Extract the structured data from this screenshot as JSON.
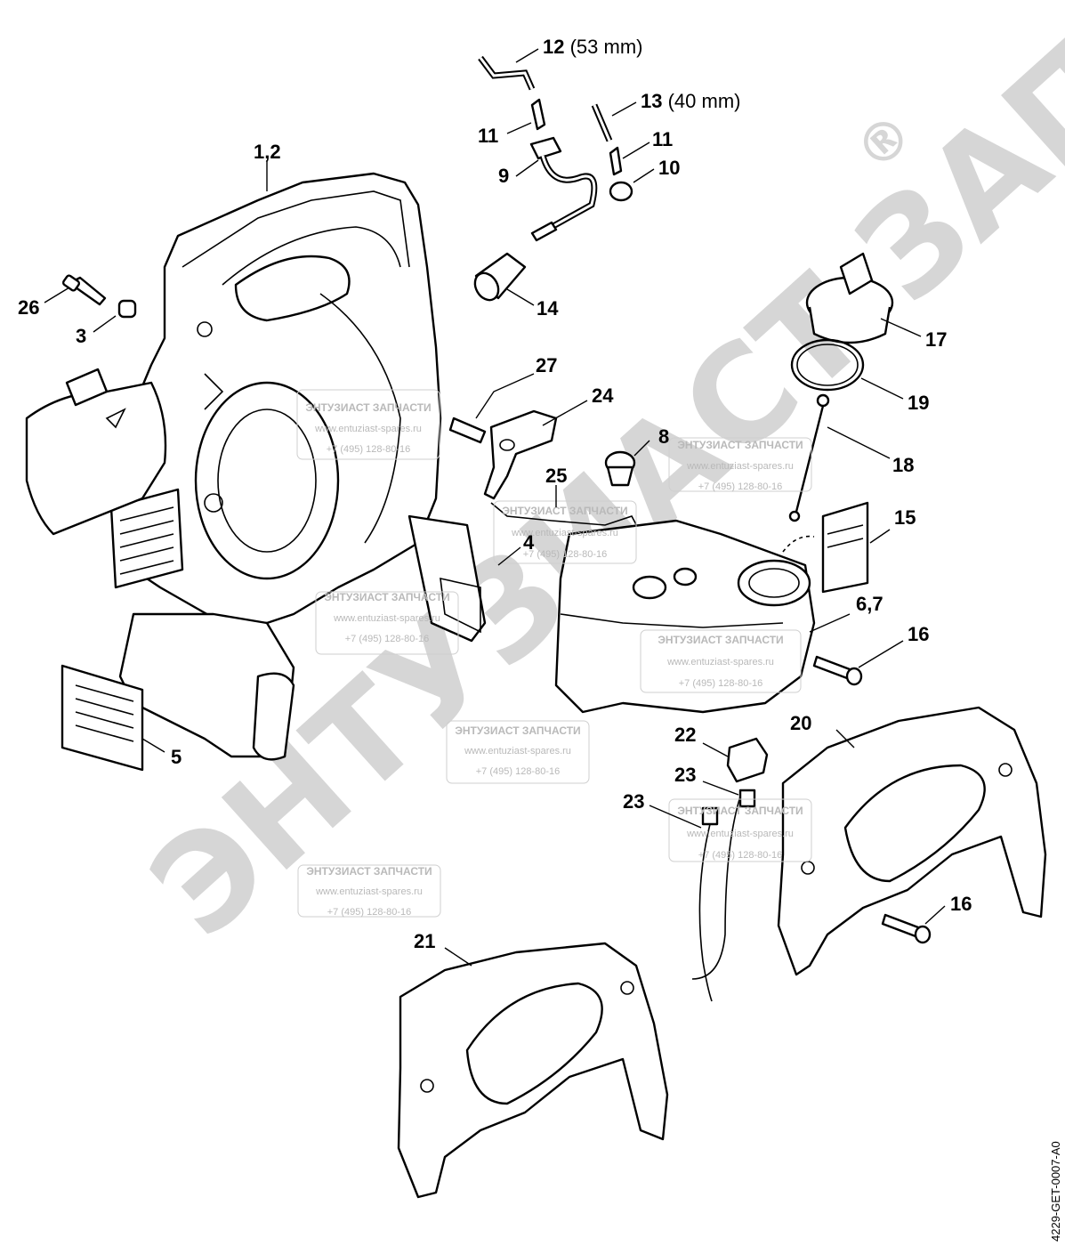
{
  "diagram": {
    "document_code": "4229-GET-0007-A0",
    "watermark": {
      "brand_large": "ЭНТУЗИАСТ ЗАПЧАСТИ",
      "registered_mark": "®",
      "stamp_lines": [
        "ЭНТУЗИАСТ ЗАПЧАСТИ",
        "www.entuziast-spares.ru",
        "+7 (495) 128-80-16"
      ]
    },
    "callouts": [
      {
        "id": "c-1-2",
        "label": "1,2",
        "note": ""
      },
      {
        "id": "c-3",
        "label": "3",
        "note": ""
      },
      {
        "id": "c-4",
        "label": "4",
        "note": ""
      },
      {
        "id": "c-5",
        "label": "5",
        "note": ""
      },
      {
        "id": "c-6-7",
        "label": "6,7",
        "note": ""
      },
      {
        "id": "c-8",
        "label": "8",
        "note": ""
      },
      {
        "id": "c-9",
        "label": "9",
        "note": ""
      },
      {
        "id": "c-10",
        "label": "10",
        "note": ""
      },
      {
        "id": "c-11a",
        "label": "11",
        "note": ""
      },
      {
        "id": "c-11b",
        "label": "11",
        "note": ""
      },
      {
        "id": "c-12",
        "label": "12",
        "note": "(53 mm)"
      },
      {
        "id": "c-13",
        "label": "13",
        "note": "(40 mm)"
      },
      {
        "id": "c-14",
        "label": "14",
        "note": ""
      },
      {
        "id": "c-15",
        "label": "15",
        "note": ""
      },
      {
        "id": "c-16a",
        "label": "16",
        "note": ""
      },
      {
        "id": "c-16b",
        "label": "16",
        "note": ""
      },
      {
        "id": "c-17",
        "label": "17",
        "note": ""
      },
      {
        "id": "c-18",
        "label": "18",
        "note": ""
      },
      {
        "id": "c-19",
        "label": "19",
        "note": ""
      },
      {
        "id": "c-20",
        "label": "20",
        "note": ""
      },
      {
        "id": "c-21",
        "label": "21",
        "note": ""
      },
      {
        "id": "c-22",
        "label": "22",
        "note": ""
      },
      {
        "id": "c-23a",
        "label": "23",
        "note": ""
      },
      {
        "id": "c-23b",
        "label": "23",
        "note": ""
      },
      {
        "id": "c-24",
        "label": "24",
        "note": ""
      },
      {
        "id": "c-25",
        "label": "25",
        "note": ""
      },
      {
        "id": "c-26",
        "label": "26",
        "note": ""
      },
      {
        "id": "c-27",
        "label": "27",
        "note": ""
      }
    ]
  }
}
